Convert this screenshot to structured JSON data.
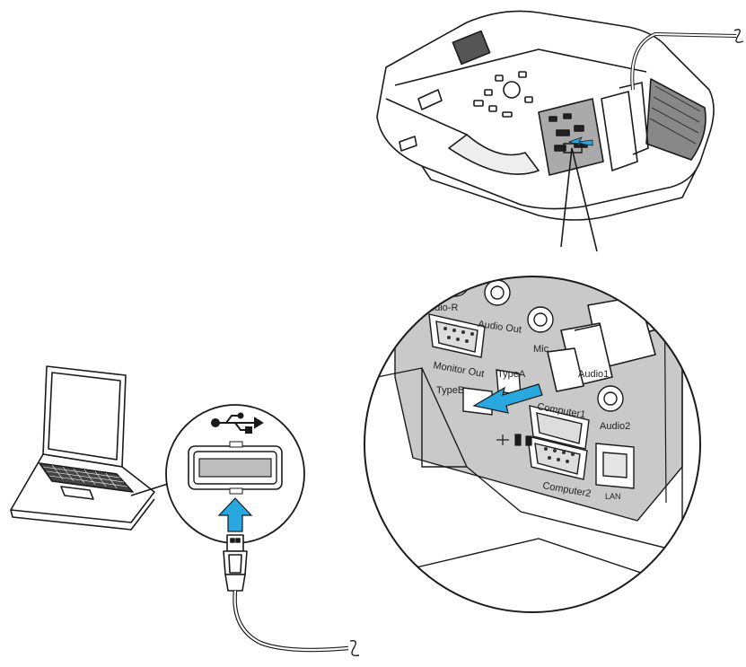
{
  "port_labels": {
    "audio_r": "udio-R",
    "audio_out": "Audio Out",
    "mic": "Mic",
    "monitor_out": "Monitor Out",
    "type_a": "TypeA",
    "type_b": "TypeB",
    "audio1": "Audio1",
    "computer1": "Computer1",
    "audio2": "Audio2",
    "computer2": "Computer2",
    "lan": "LAN"
  },
  "colors": {
    "arrow": "#29a8df",
    "panel": "#c9c9c9",
    "outline": "#1a1a1a"
  },
  "icons": [
    "usb-symbol-icon",
    "up-arrow-icon",
    "insert-arrow-icon",
    "cable-break-icon"
  ]
}
